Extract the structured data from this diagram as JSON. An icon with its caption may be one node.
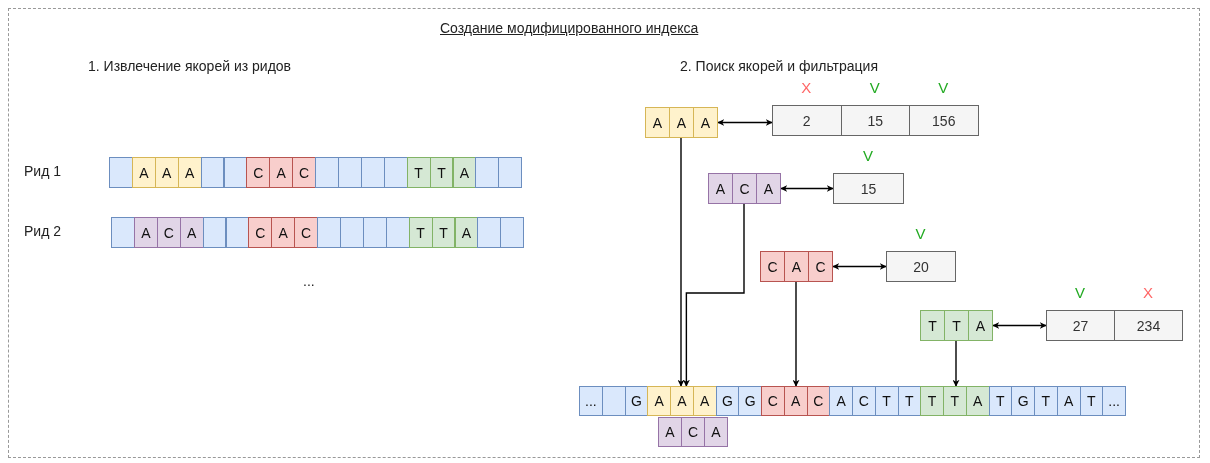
{
  "diagram": {
    "title": "Создание модифицированного индекса",
    "nodes": [
      {
        "text": [],
        "shape": "box"
      },
      {
        "text": [
          "A"
        ]
      },
      {
        "text": [
          "A"
        ]
      },
      {
        "text": [
          "A"
        ]
      },
      {
        "text": [],
        "shape": "box"
      },
      {
        "text": [],
        "shape": "box"
      },
      {
        "text": [
          "C"
        ]
      },
      {
        "text": [
          "A"
        ]
      },
      {
        "text": [
          "C"
        ]
      },
      {
        "text": [],
        "shape": "box"
      },
      {
        "text": [],
        "shape": "box"
      },
      {
        "text": [],
        "shape": "box"
      },
      {
        "text": [],
        "shape": "box"
      },
      {
        "text": [
          "T"
        ]
      },
      {
        "text": [
          "T"
        ]
      },
      {
        "text": [
          "A"
        ]
      },
      {
        "text": [],
        "shape": "box"
      },
      {
        "text": [],
        "shape": "box"
      },
      {
        "text": [],
        "shape": "box"
      },
      {
        "text": [
          "A"
        ]
      },
      {
        "text": [
          "C"
        ]
      },
      {
        "text": [
          "A"
        ]
      },
      {
        "text": [],
        "shape": "box"
      },
      {
        "text": [],
        "shape": "box"
      },
      {
        "text": [
          "C"
        ]
      },
      {
        "text": [
          "A"
        ]
      },
      {
        "text": [
          "C"
        ]
      },
      {
        "text": [],
        "shape": "box"
      },
      {
        "text": [],
        "shape": "box"
      },
      {
        "text": [],
        "shape": "box"
      },
      {
        "text": [],
        "shape": "box"
      },
      {
        "text": [
          "T"
        ]
      },
      {
        "text": [
          "T"
        ]
      },
      {
        "text": [
          "A"
        ]
      },
      {
        "text": [],
        "shape": "box"
      },
      {
        "text": [],
        "shape": "box"
      },
      {
        "text": [
          "A"
        ]
      },
      {
        "text": [
          "A"
        ]
      },
      {
        "text": [
          "A"
        ]
      },
      {
        "text": [
          "2"
        ],
        "beside": [
          "X"
        ]
      },
      {
        "text": [
          "15"
        ],
        "beside": [
          "V"
        ]
      },
      {
        "text": [
          "156"
        ],
        "beside": [
          "V"
        ]
      },
      {
        "text": [
          "A"
        ]
      },
      {
        "text": [
          "C"
        ]
      },
      {
        "text": [
          "A"
        ]
      },
      {
        "text": [
          "15"
        ],
        "beside": [
          "V"
        ]
      },
      {
        "text": [
          "C"
        ]
      },
      {
        "text": [
          "A"
        ]
      },
      {
        "text": [
          "C"
        ]
      },
      {
        "text": [
          "20"
        ],
        "beside": [
          "V"
        ]
      },
      {
        "text": [
          "T"
        ]
      },
      {
        "text": [
          "T"
        ]
      },
      {
        "text": [
          "A"
        ]
      },
      {
        "text": [
          "27"
        ],
        "beside": [
          "V"
        ]
      },
      {
        "text": [
          "234"
        ],
        "beside": [
          "X"
        ]
      },
      {
        "text": [
          "..."
        ]
      },
      {
        "text": [],
        "shape": "box"
      },
      {
        "text": [
          "G"
        ]
      },
      {
        "text": [
          "A"
        ]
      },
      {
        "text": [
          "A"
        ]
      },
      {
        "text": [
          "A"
        ]
      },
      {
        "text": [
          "G"
        ]
      },
      {
        "text": [
          "G"
        ]
      },
      {
        "text": [
          "C"
        ]
      },
      {
        "text": [
          "A"
        ]
      },
      {
        "text": [
          "C"
        ]
      },
      {
        "text": [
          "A"
        ]
      },
      {
        "text": [
          "C"
        ]
      },
      {
        "text": [
          "T"
        ]
      },
      {
        "text": [
          "T"
        ]
      },
      {
        "text": [
          "T"
        ]
      },
      {
        "text": [
          "T"
        ]
      },
      {
        "text": [
          "A"
        ]
      },
      {
        "text": [
          "T"
        ]
      },
      {
        "text": [
          "G"
        ]
      },
      {
        "text": [
          "T"
        ]
      },
      {
        "text": [
          "A"
        ]
      },
      {
        "text": [
          "T"
        ]
      },
      {
        "text": [
          "..."
        ]
      },
      {
        "text": [
          "A"
        ]
      },
      {
        "text": [
          "C"
        ]
      },
      {
        "text": [
          "A"
        ]
      }
    ],
    "edges": [
      {
        "from": 38,
        "to": 39,
        "arrow": "both"
      },
      {
        "from": 37,
        "to": 59,
        "arrow": "to"
      },
      {
        "from": 43,
        "to": 59,
        "arrow": "to"
      },
      {
        "from": 44,
        "to": 45,
        "arrow": "both"
      },
      {
        "from": 48,
        "to": 49,
        "arrow": "both"
      },
      {
        "from": 47,
        "to": 64,
        "arrow": "to"
      },
      {
        "from": 52,
        "to": 53,
        "arrow": "both"
      },
      {
        "from": 51,
        "to": 71,
        "arrow": "to"
      }
    ],
    "labels": [
      "1. Извлечение якорей из ридов",
      "2. Поиск якорей и фильтрация",
      "Рид 1",
      "Рид 2",
      "..."
    ]
  }
}
